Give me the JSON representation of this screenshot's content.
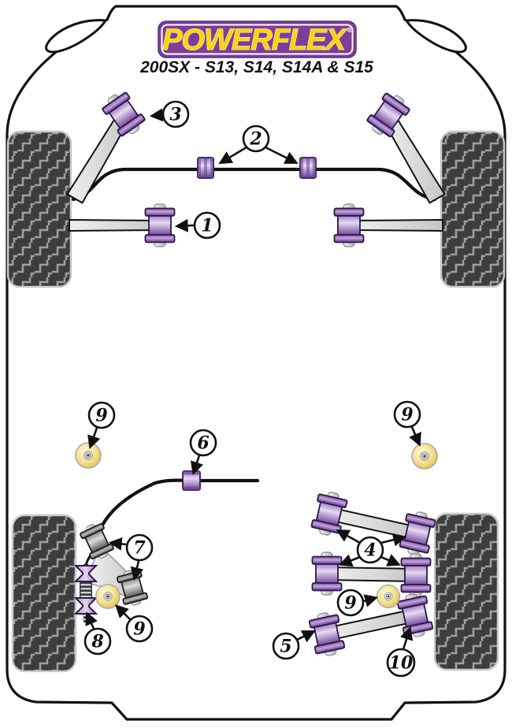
{
  "header": {
    "logo_text": "POWERFLEX",
    "registered_mark": "®",
    "subtitle": "200SX - S13, S14, S14A & S15"
  },
  "colors": {
    "logo_purple": "#7b3f99",
    "logo_yellow": "#ffd400",
    "outline": "#111111",
    "tire": "#3d3d3d",
    "tire_tread": "#9e9e9e",
    "bushing_purple_dark": "#6a3f96",
    "bushing_purple_mid": "#9770bb",
    "bushing_purple_light": "#e6d9f2",
    "bushing_outline": "#2d1745",
    "bushing_yellow_light": "#fdfaea",
    "bushing_yellow_mid": "#f6e08a",
    "bushing_yellow_dark": "#d8b342"
  },
  "callouts": [
    {
      "number": "1"
    },
    {
      "number": "2"
    },
    {
      "number": "3"
    },
    {
      "number": "4"
    },
    {
      "number": "5"
    },
    {
      "number": "6"
    },
    {
      "number": "7"
    },
    {
      "number": "8"
    },
    {
      "number": "9"
    },
    {
      "number": "9"
    },
    {
      "number": "9"
    },
    {
      "number": "9"
    },
    {
      "number": "10"
    }
  ]
}
